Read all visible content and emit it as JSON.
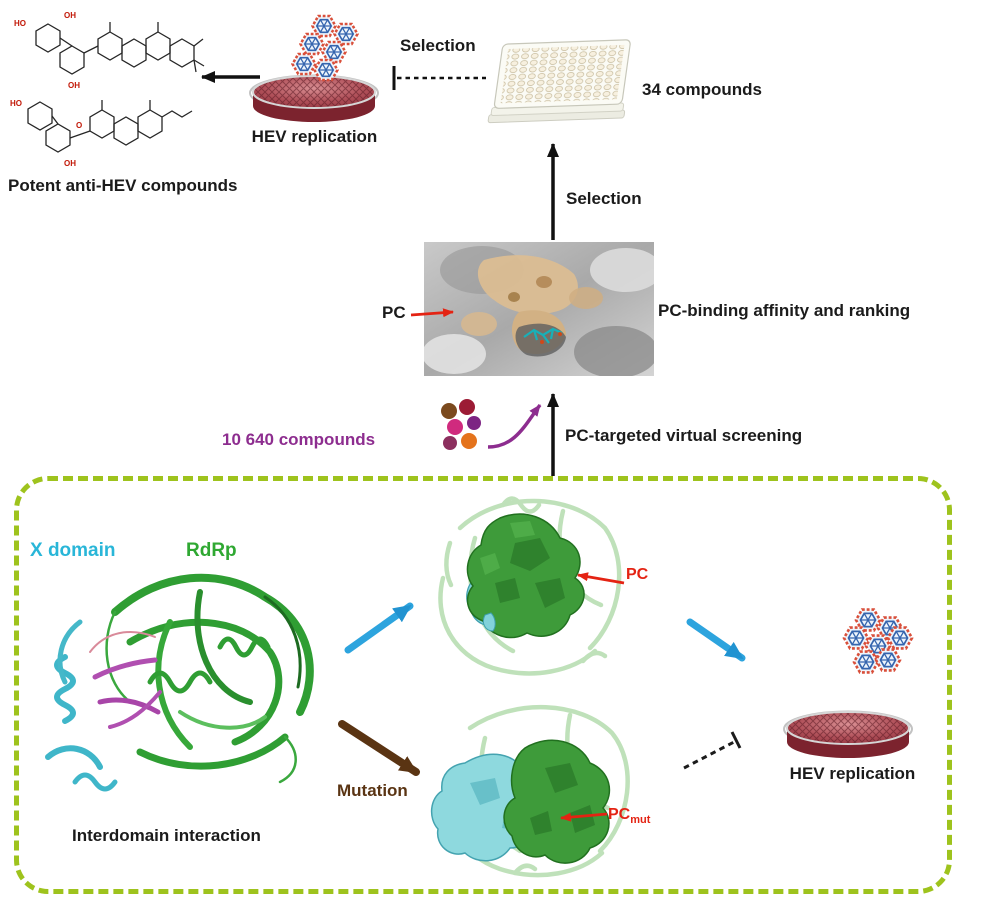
{
  "workflow": {
    "potent_compounds_label": "Potent anti-HEV compounds",
    "hev_replication_top": "HEV replication",
    "selection_top": "Selection",
    "compounds_count": "34 compounds",
    "selection_mid": "Selection",
    "pc_pointer": "PC",
    "ranking_label": "PC-binding affinity and ranking",
    "screening_label": "PC-targeted virtual screening",
    "library_label": "10 640 compounds"
  },
  "box": {
    "x_domain": "X domain",
    "rdrp": "RdRp",
    "interdomain_label": "Interdomain interaction",
    "mutation_label": "Mutation",
    "pc_wild": "PC",
    "pc_mut_base": "PC",
    "pc_mut_sub": "mut",
    "hev_replication": "HEV replication"
  },
  "molecules": {
    "atoms": [
      "HO",
      "OH",
      "OH",
      "HO",
      "OH",
      "O"
    ]
  },
  "colors": {
    "accent_red": "#e42313",
    "x_domain_cyan": "#29b6d8",
    "rdrp_green": "#2fa832",
    "library_purple": "#8d2d8f",
    "mutation_brown": "#5a3413",
    "arrow_blue": "#2da4de",
    "box_border_green": "#9ec31d",
    "dish_red": "#8d2f3a"
  }
}
